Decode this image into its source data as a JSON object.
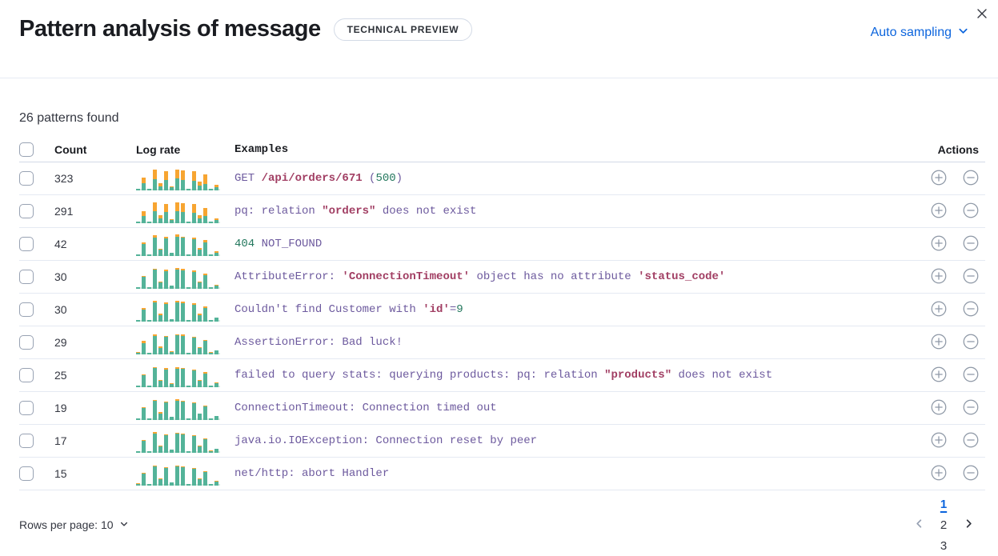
{
  "header": {
    "title": "Pattern analysis of message",
    "badge": "TECHNICAL PREVIEW",
    "sampling_label": "Auto sampling"
  },
  "summary": "26 patterns found",
  "icons": [
    "close-icon",
    "chevron-down-icon",
    "plus-circle-icon",
    "minus-circle-icon",
    "chevron-left-icon",
    "chevron-right-icon"
  ],
  "colors": {
    "link_blue": "#0b64dd",
    "spark_teal": "#54b399",
    "spark_orange": "#f7a531",
    "spark_baseline": "#d5eae1",
    "code_purple": "#6d5a9e",
    "code_red": "#a13e63",
    "code_green": "#24785e"
  },
  "table": {
    "columns": [
      "Count",
      "Log rate",
      "Examples",
      "Actions"
    ],
    "rows": [
      {
        "count": "323",
        "spark": [
          [
            2,
            0
          ],
          [
            9,
            7
          ],
          [
            2,
            0
          ],
          [
            14,
            12
          ],
          [
            5,
            4
          ],
          [
            13,
            11
          ],
          [
            4,
            1
          ],
          [
            15,
            11
          ],
          [
            13,
            12
          ],
          [
            2,
            0
          ],
          [
            12,
            12
          ],
          [
            6,
            5
          ],
          [
            8,
            12
          ],
          [
            2,
            0
          ],
          [
            4,
            3
          ]
        ],
        "example": [
          {
            "t": "GET ",
            "c": "purple"
          },
          {
            "t": "/api/orders/671",
            "c": "red"
          },
          {
            "t": " (",
            "c": "purple"
          },
          {
            "t": "500",
            "c": "green"
          },
          {
            "t": ")",
            "c": "purple"
          }
        ]
      },
      {
        "count": "291",
        "spark": [
          [
            2,
            0
          ],
          [
            9,
            6
          ],
          [
            2,
            0
          ],
          [
            15,
            11
          ],
          [
            6,
            4
          ],
          [
            14,
            10
          ],
          [
            4,
            1
          ],
          [
            15,
            11
          ],
          [
            14,
            11
          ],
          [
            2,
            0
          ],
          [
            13,
            11
          ],
          [
            6,
            4
          ],
          [
            9,
            10
          ],
          [
            2,
            0
          ],
          [
            4,
            2
          ]
        ],
        "example": [
          {
            "t": "pq: relation ",
            "c": "purple"
          },
          {
            "t": "\"orders\"",
            "c": "red"
          },
          {
            "t": " does not exist",
            "c": "purple"
          }
        ]
      },
      {
        "count": "42",
        "spark": [
          [
            2,
            0
          ],
          [
            15,
            2
          ],
          [
            2,
            0
          ],
          [
            23,
            3
          ],
          [
            8,
            1
          ],
          [
            22,
            2
          ],
          [
            4,
            0
          ],
          [
            24,
            3
          ],
          [
            23,
            1
          ],
          [
            2,
            0
          ],
          [
            21,
            2
          ],
          [
            8,
            2
          ],
          [
            17,
            3
          ],
          [
            2,
            0
          ],
          [
            4,
            2
          ]
        ],
        "example": [
          {
            "t": "404",
            "c": "green"
          },
          {
            "t": " NOT_FOUND",
            "c": "purple"
          }
        ]
      },
      {
        "count": "30",
        "spark": [
          [
            2,
            0
          ],
          [
            15,
            1
          ],
          [
            2,
            0
          ],
          [
            24,
            1
          ],
          [
            8,
            1
          ],
          [
            22,
            2
          ],
          [
            4,
            0
          ],
          [
            24,
            2
          ],
          [
            23,
            2
          ],
          [
            2,
            0
          ],
          [
            21,
            2
          ],
          [
            8,
            1
          ],
          [
            17,
            2
          ],
          [
            2,
            0
          ],
          [
            4,
            1
          ]
        ],
        "example": [
          {
            "t": "AttributeError: ",
            "c": "purple"
          },
          {
            "t": "'ConnectionTimeout'",
            "c": "red"
          },
          {
            "t": " object has no attribute ",
            "c": "purple"
          },
          {
            "t": "'status_code'",
            "c": "red"
          }
        ]
      },
      {
        "count": "30",
        "spark": [
          [
            2,
            0
          ],
          [
            15,
            2
          ],
          [
            2,
            0
          ],
          [
            24,
            2
          ],
          [
            8,
            2
          ],
          [
            22,
            2
          ],
          [
            3,
            0
          ],
          [
            24,
            2
          ],
          [
            23,
            2
          ],
          [
            2,
            0
          ],
          [
            21,
            2
          ],
          [
            8,
            2
          ],
          [
            17,
            2
          ],
          [
            2,
            0
          ],
          [
            5,
            0
          ]
        ],
        "example": [
          {
            "t": "Couldn't find Customer with ",
            "c": "purple"
          },
          {
            "t": "'id'",
            "c": "red"
          },
          {
            "t": "=",
            "c": "purple"
          },
          {
            "t": "9",
            "c": "green"
          }
        ]
      },
      {
        "count": "29",
        "spark": [
          [
            2,
            1
          ],
          [
            14,
            3
          ],
          [
            2,
            0
          ],
          [
            23,
            2
          ],
          [
            8,
            2
          ],
          [
            22,
            1
          ],
          [
            3,
            1
          ],
          [
            24,
            1
          ],
          [
            23,
            2
          ],
          [
            2,
            0
          ],
          [
            21,
            1
          ],
          [
            8,
            1
          ],
          [
            17,
            1
          ],
          [
            2,
            1
          ],
          [
            5,
            0
          ]
        ],
        "example": [
          {
            "t": "AssertionError: Bad luck!",
            "c": "purple"
          }
        ]
      },
      {
        "count": "25",
        "spark": [
          [
            2,
            0
          ],
          [
            15,
            1
          ],
          [
            2,
            0
          ],
          [
            24,
            1
          ],
          [
            8,
            1
          ],
          [
            22,
            2
          ],
          [
            4,
            1
          ],
          [
            23,
            2
          ],
          [
            23,
            1
          ],
          [
            2,
            0
          ],
          [
            21,
            1
          ],
          [
            8,
            1
          ],
          [
            17,
            2
          ],
          [
            2,
            0
          ],
          [
            5,
            1
          ]
        ],
        "example": [
          {
            "t": "failed to query stats: querying products: pq: relation ",
            "c": "purple"
          },
          {
            "t": "\"products\"",
            "c": "red"
          },
          {
            "t": " does not exist",
            "c": "purple"
          }
        ]
      },
      {
        "count": "19",
        "spark": [
          [
            2,
            0
          ],
          [
            15,
            1
          ],
          [
            2,
            0
          ],
          [
            24,
            1
          ],
          [
            8,
            2
          ],
          [
            22,
            1
          ],
          [
            4,
            0
          ],
          [
            24,
            2
          ],
          [
            23,
            1
          ],
          [
            2,
            0
          ],
          [
            21,
            1
          ],
          [
            8,
            0
          ],
          [
            17,
            1
          ],
          [
            2,
            0
          ],
          [
            5,
            0
          ]
        ],
        "example": [
          {
            "t": "ConnectionTimeout: Connection timed out",
            "c": "purple"
          }
        ]
      },
      {
        "count": "17",
        "spark": [
          [
            2,
            0
          ],
          [
            15,
            1
          ],
          [
            2,
            0
          ],
          [
            24,
            2
          ],
          [
            8,
            1
          ],
          [
            22,
            1
          ],
          [
            4,
            0
          ],
          [
            24,
            1
          ],
          [
            23,
            1
          ],
          [
            2,
            0
          ],
          [
            21,
            1
          ],
          [
            8,
            1
          ],
          [
            17,
            1
          ],
          [
            2,
            1
          ],
          [
            5,
            0
          ]
        ],
        "example": [
          {
            "t": "java.io.IOException: Connection reset by peer",
            "c": "purple"
          }
        ]
      },
      {
        "count": "15",
        "spark": [
          [
            2,
            1
          ],
          [
            15,
            1
          ],
          [
            2,
            0
          ],
          [
            24,
            1
          ],
          [
            8,
            1
          ],
          [
            22,
            1
          ],
          [
            4,
            0
          ],
          [
            24,
            1
          ],
          [
            23,
            1
          ],
          [
            2,
            0
          ],
          [
            21,
            1
          ],
          [
            8,
            1
          ],
          [
            17,
            1
          ],
          [
            2,
            0
          ],
          [
            5,
            1
          ]
        ],
        "example": [
          {
            "t": "net/http: abort Handler",
            "c": "purple"
          }
        ]
      }
    ]
  },
  "footer": {
    "rows_per_page_label": "Rows per page: 10",
    "pages": [
      "1",
      "2",
      "3"
    ],
    "active_page": "1"
  }
}
